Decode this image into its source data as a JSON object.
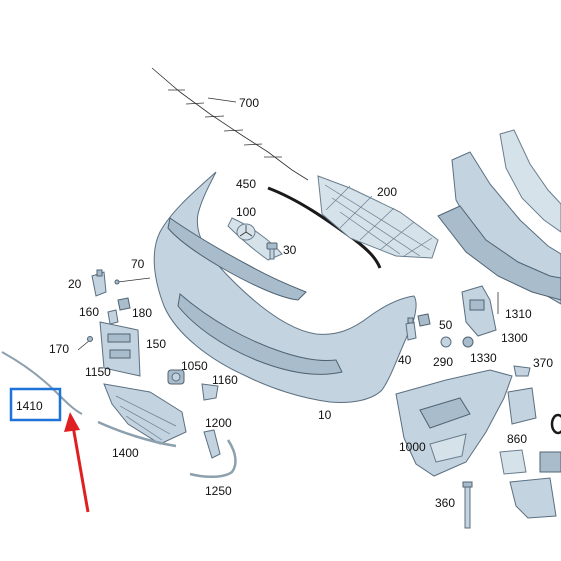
{
  "labels": {
    "l700": "700",
    "l450": "450",
    "l200": "200",
    "l100": "100",
    "l30": "30",
    "l70": "70",
    "l20": "20",
    "l180": "180",
    "l160": "160",
    "l150": "150",
    "l170": "170",
    "l1050": "1050",
    "l1150": "1150",
    "l1160": "1160",
    "l1410": "1410",
    "l1200": "1200",
    "l1400": "1400",
    "l1250": "1250",
    "l10": "10",
    "l50": "50",
    "l40": "40",
    "l290": "290",
    "l1330": "1330",
    "l1300": "1300",
    "l1310": "1310",
    "l370": "370",
    "l1000": "1000",
    "l860": "860",
    "l360": "360"
  },
  "highlight": {
    "box_color": "#1e73d8",
    "arrow_color": "#e02020"
  }
}
